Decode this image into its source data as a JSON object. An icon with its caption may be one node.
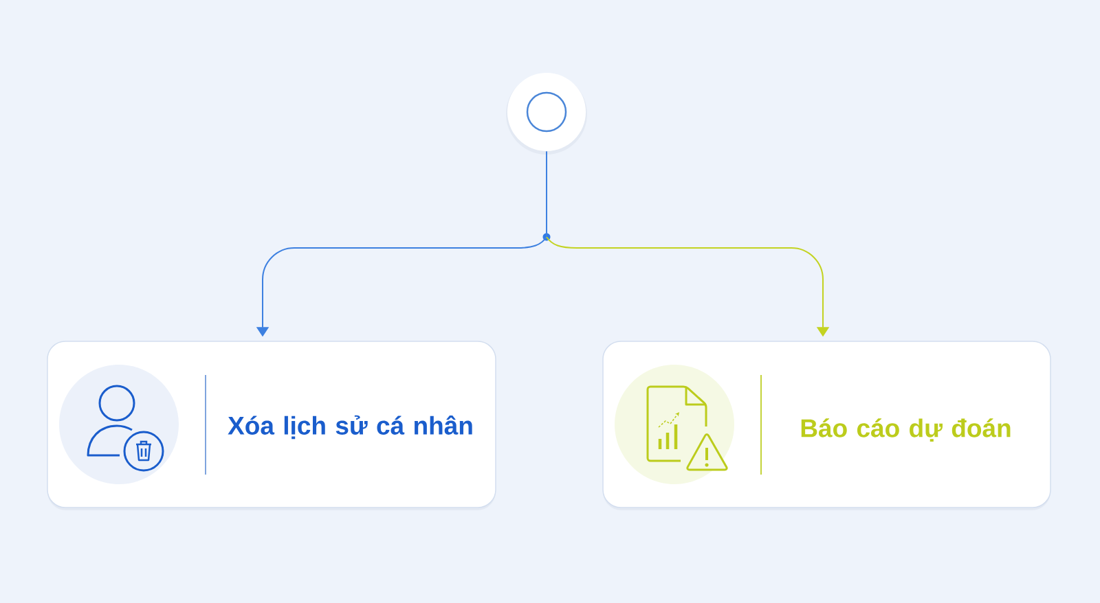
{
  "diagram": {
    "nodes": [
      {
        "text": [],
        "shape": "circle"
      },
      {
        "text": [
          "Xóa lịch sử cá nhân"
        ]
      },
      {
        "text": [
          "Báo cáo dự đoán"
        ]
      }
    ],
    "edges": [
      {
        "from": 0,
        "to": 1,
        "arrow": "to",
        "color": "#3d80e0"
      },
      {
        "from": 0,
        "to": 2,
        "arrow": "to",
        "color": "#c3d321"
      }
    ]
  }
}
